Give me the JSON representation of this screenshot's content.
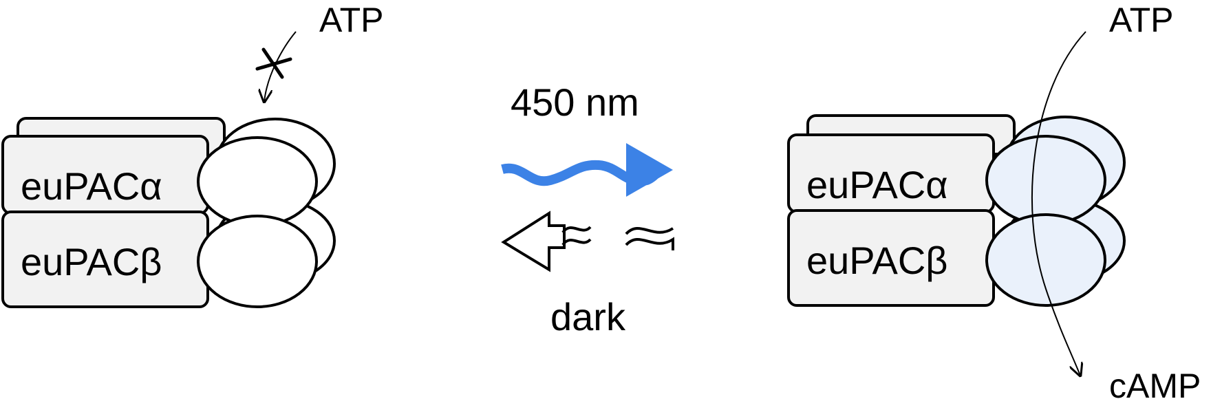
{
  "left_state": {
    "subunit_alpha": "euPACα",
    "subunit_beta": "euPACβ",
    "substrate": "ATP"
  },
  "right_state": {
    "subunit_alpha": "euPACα",
    "subunit_beta": "euPACβ",
    "substrate": "ATP",
    "product": "cAMP"
  },
  "transition": {
    "light_label": "450 nm",
    "dark_label": "dark"
  },
  "colors": {
    "light_arrow": "#3c82e6",
    "active_domain_fill": "#eaf1fb",
    "inactive_domain_fill": "#ffffff",
    "box_fill": "#f2f2f2"
  }
}
